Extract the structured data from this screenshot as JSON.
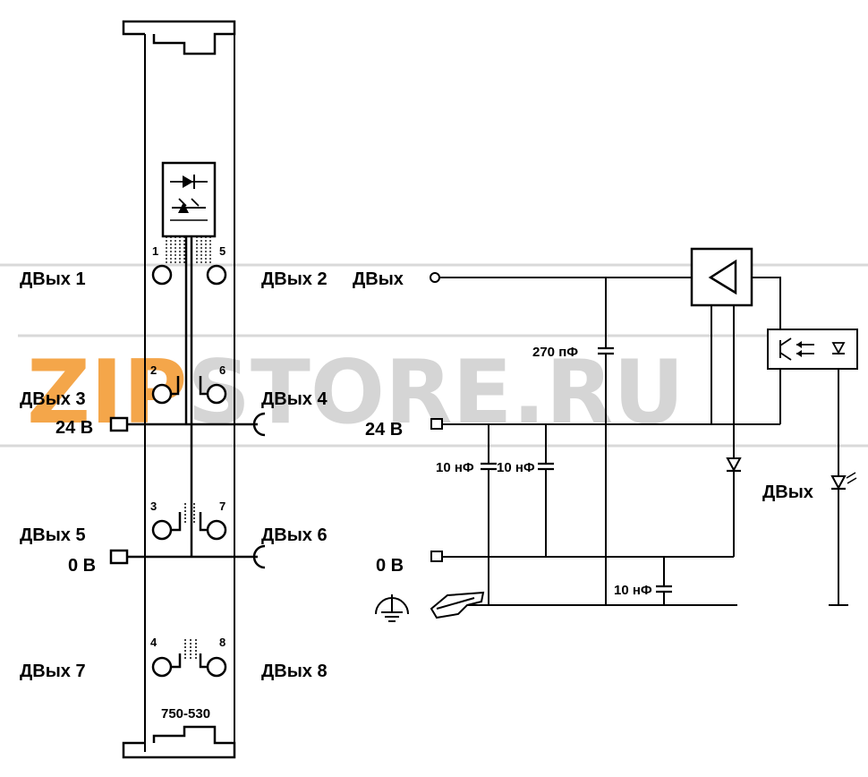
{
  "watermark": {
    "part_orange": "ZIP",
    "part_gray": "STORE.RU",
    "orange": "#f4a64a",
    "gray": "#d5d5d5"
  },
  "module": {
    "model": "750-530",
    "channels": [
      {
        "left": "ДВых 1",
        "right": "ДВых 2",
        "n_left": "1",
        "n_right": "5"
      },
      {
        "left": "ДВых 3",
        "right": "ДВых 4",
        "n_left": "2",
        "n_right": "6"
      },
      {
        "left": "ДВых 5",
        "right": "ДВых 6",
        "n_left": "3",
        "n_right": "7"
      },
      {
        "left": "ДВых 7",
        "right": "ДВых 8",
        "n_left": "4",
        "n_right": "8"
      }
    ],
    "supply_pos": "24 В",
    "supply_neg": "0 В"
  },
  "circuit": {
    "output_in": "ДВых",
    "output_out": "ДВых",
    "supply_pos": "24 В",
    "supply_neg": "0 В",
    "cap_signal": "270 пФ",
    "cap_a": "10 нФ",
    "cap_b": "10 нФ",
    "cap_ground": "10 нФ"
  }
}
